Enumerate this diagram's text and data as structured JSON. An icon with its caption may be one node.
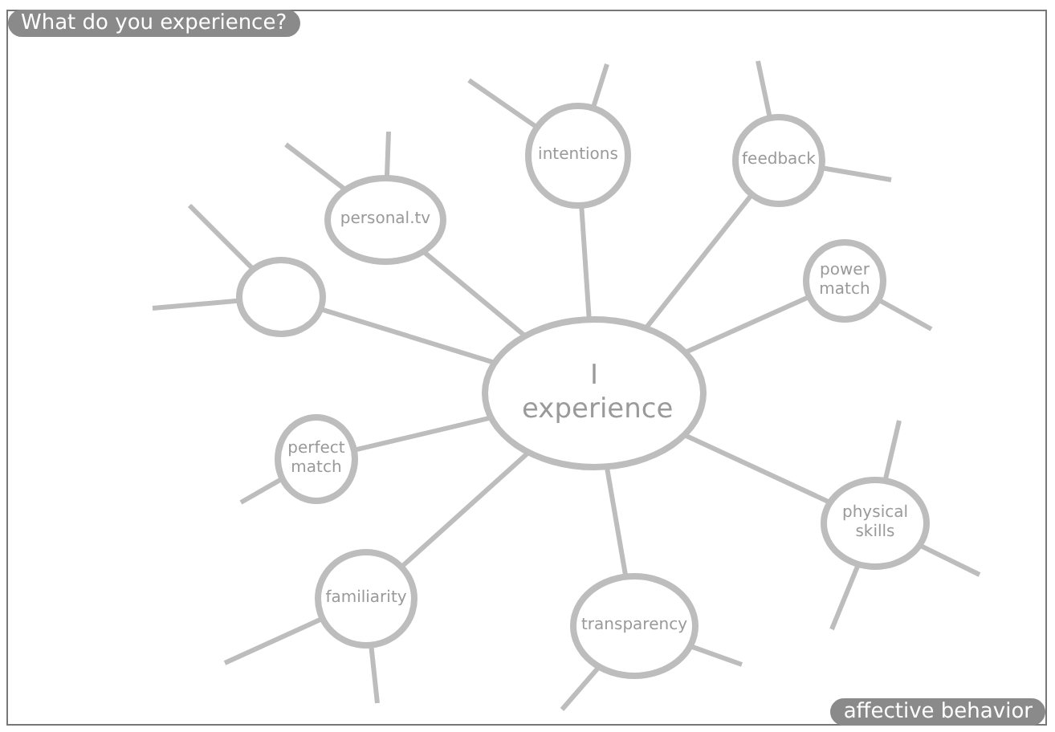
{
  "diagram": {
    "title": "What do you experience?",
    "nodes": [
      {
        "text": [
          "I experience"
        ]
      },
      {
        "text": [],
        "shape": "circle"
      },
      {
        "text": [
          "personal.tv"
        ]
      },
      {
        "text": [
          "intentions"
        ]
      },
      {
        "text": [
          "feedback"
        ]
      },
      {
        "text": [
          "power match"
        ]
      },
      {
        "text": [
          "perfect match"
        ]
      },
      {
        "text": [
          "familiarity"
        ]
      },
      {
        "text": [
          "transparency"
        ]
      },
      {
        "text": [
          "physical skills"
        ]
      }
    ],
    "edges": [
      {
        "from": 0,
        "to": 1,
        "arrow": "none"
      },
      {
        "from": 0,
        "to": 2,
        "arrow": "none"
      },
      {
        "from": 0,
        "to": 3,
        "arrow": "none"
      },
      {
        "from": 0,
        "to": 4,
        "arrow": "none"
      },
      {
        "from": 0,
        "to": 5,
        "arrow": "none"
      },
      {
        "from": 0,
        "to": 6,
        "arrow": "none"
      },
      {
        "from": 0,
        "to": 7,
        "arrow": "none"
      },
      {
        "from": 0,
        "to": 8,
        "arrow": "none"
      },
      {
        "from": 0,
        "to": 9,
        "arrow": "none"
      },
      {
        "from": 1,
        "to": null,
        "arrow": "none"
      },
      {
        "from": 1,
        "to": null,
        "arrow": "none"
      },
      {
        "from": 2,
        "to": null,
        "arrow": "none"
      },
      {
        "from": 2,
        "to": null,
        "arrow": "none"
      },
      {
        "from": 3,
        "to": null,
        "arrow": "none"
      },
      {
        "from": 3,
        "to": null,
        "arrow": "none"
      },
      {
        "from": 4,
        "to": null,
        "arrow": "none"
      },
      {
        "from": 4,
        "to": null,
        "arrow": "none"
      },
      {
        "from": 5,
        "to": null,
        "arrow": "none"
      },
      {
        "from": 6,
        "to": null,
        "arrow": "none"
      },
      {
        "from": 7,
        "to": null,
        "arrow": "none"
      },
      {
        "from": 7,
        "to": null,
        "arrow": "none"
      },
      {
        "from": 8,
        "to": null,
        "arrow": "none"
      },
      {
        "from": 8,
        "to": null,
        "arrow": "none"
      },
      {
        "from": 9,
        "to": null,
        "arrow": "none"
      },
      {
        "from": 9,
        "to": null,
        "arrow": "none"
      },
      {
        "from": 9,
        "to": null,
        "arrow": "none"
      }
    ],
    "labels": [
      "affective behavior"
    ]
  }
}
